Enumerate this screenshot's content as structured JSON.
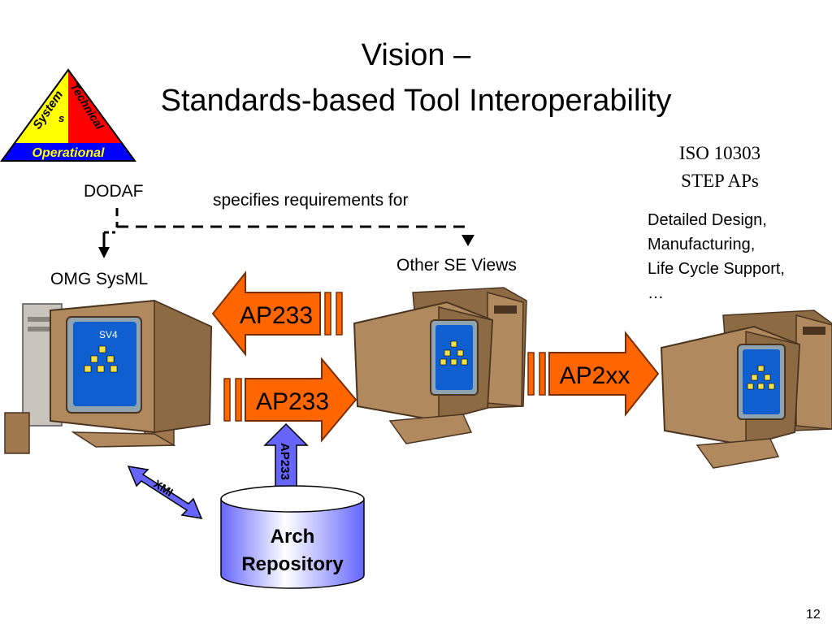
{
  "slide": {
    "title_line1": "Vision –",
    "title_line2": "Standards-based Tool Interoperability",
    "page_number": "12"
  },
  "logo": {
    "left_side": "System",
    "left_side_tail": "s",
    "right_side": "Technical",
    "bottom": "Operational",
    "colors": {
      "left": "#ffff00",
      "right": "#ff0000",
      "bottom": "#0000ff",
      "border": "#000000"
    }
  },
  "labels": {
    "dodaf": "DODAF",
    "specifies": "specifies requirements for",
    "omg_sysml": "OMG SysML",
    "other_se_views": "Other SE Views",
    "iso_line1": "ISO 10303",
    "iso_line2": "STEP APs",
    "desc_line1": "Detailed Design,",
    "desc_line2": "Manufacturing,",
    "desc_line3": "Life Cycle Support,",
    "desc_line4": "…",
    "sv4": "SV4"
  },
  "arrows": {
    "ap233_left": "AP233",
    "ap233_right": "AP233",
    "ap2xx": "AP2xx",
    "ap233_vertical": "AP233",
    "xmi": "XMI",
    "colors": {
      "ap_fill": "#ff6600",
      "blue_fill": "#6666ff"
    }
  },
  "repository": {
    "line1": "Arch",
    "line2": "Repository"
  }
}
